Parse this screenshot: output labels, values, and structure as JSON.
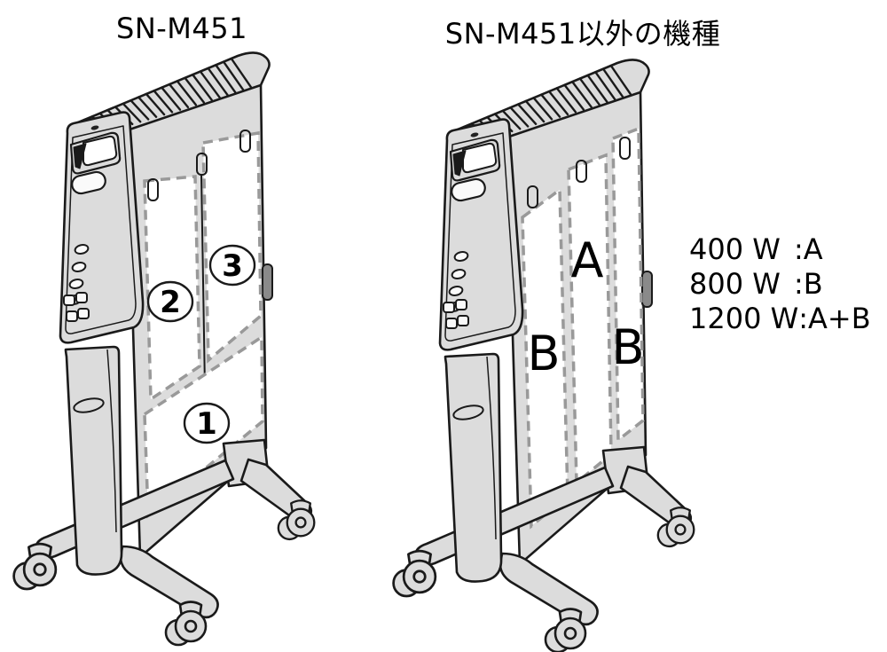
{
  "illustration": {
    "left_heater": {
      "title": "SN-M451",
      "zone_labels": {
        "zone2": "2",
        "zone3": "3",
        "zone1": "1"
      }
    },
    "right_heater": {
      "title": "SN-M451以外の機種",
      "zone_labels": {
        "left_strip": "B",
        "center_strip": "A",
        "right_strip": "B"
      }
    },
    "power_legend": {
      "rows": [
        {
          "power": "400 W",
          "mode": ":A"
        },
        {
          "power": "800 W",
          "mode": ":B"
        },
        {
          "power": "1200 W",
          "mode": ":A+B"
        }
      ]
    },
    "colors": {
      "body_gray": "#dcdcdc",
      "outline": "#1a1a1a",
      "dash_gray": "#999999",
      "zone_fill": "#ffffff"
    }
  }
}
